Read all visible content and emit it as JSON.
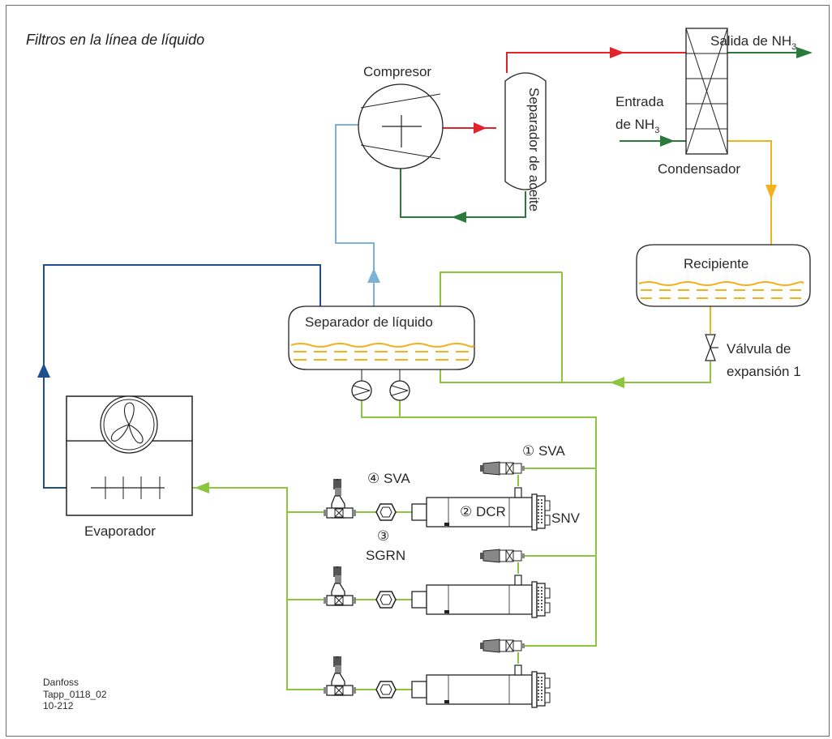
{
  "title": "Filtros en la línea de líquido",
  "labels": {
    "compressor": "Compresor",
    "oil_separator": "Separador de aceite",
    "outlet_prefix": "Salida de NH",
    "outlet_sub": "3",
    "inlet_line1": "Entrada",
    "inlet_prefix": "de NH",
    "inlet_sub": "3",
    "condenser": "Condensador",
    "receiver": "Recipiente",
    "liquid_separator": "Separador de líquido",
    "expansion_valve_line1": "Válvula de",
    "expansion_valve_line2": "expansión 1",
    "evaporator": "Evaporador",
    "sva_1": "① SVA",
    "sva_4": "④ SVA",
    "dcr_2": "② DCR",
    "sgrn_3_num": "③",
    "sgrn_3_name": "SGRN",
    "snv": "SNV"
  },
  "footer": {
    "line1": "Danfoss",
    "line2": "Tapp_0118_02",
    "line3": "10-212"
  },
  "colors": {
    "discharge_red": "#e3232c",
    "condensed_green": "#2b7a3c",
    "liquid_yellow": "#f2b21b",
    "liquid_light_green": "#8cc63f",
    "suction_light_blue": "#7bb3d6",
    "suction_dark_blue": "#1f4e8c",
    "frame_gray": "#6b6b6b"
  }
}
